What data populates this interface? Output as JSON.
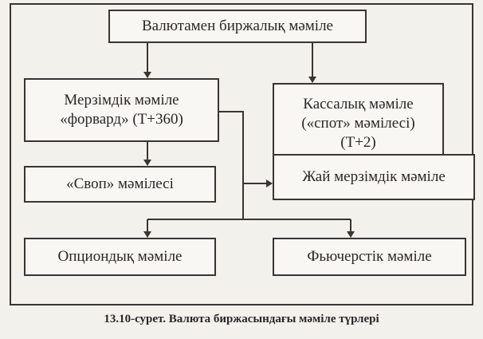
{
  "diagram": {
    "root": "Валютамен биржалық мәміле",
    "forward": {
      "line1": "Мерзімдік мәміле",
      "line2": "«форвард» (Т+360)"
    },
    "spot": {
      "line1": "Кассалық мәміле",
      "line2": "(«спот» мәмілесі)",
      "line3": "(Т+2)"
    },
    "swap": "«Своп» мәмілесі",
    "simple_term": "Жай мерзімдік мәміле",
    "option": "Опциондық мәміле",
    "futures": "Фьючерстік мәміле"
  },
  "caption": "13.10-сурет. Валюта биржасындағы мәміле түрлері"
}
